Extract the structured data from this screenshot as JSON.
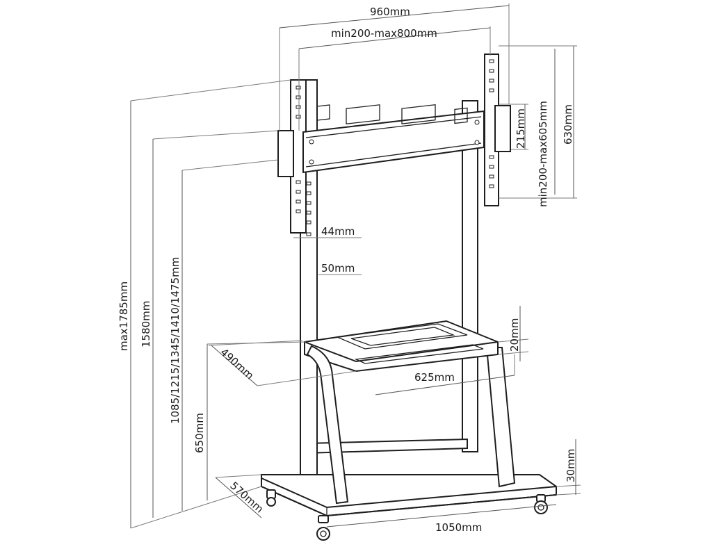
{
  "dimensions": {
    "width_total": "960mm",
    "vesa_horizontal": "min200-max800mm",
    "vesa_vertical": "min200-max605mm",
    "panel_height": "630mm",
    "mount_offset": "215mm",
    "height_max": "max1785mm",
    "height_1580": "1580mm",
    "height_steps": "1085/1215/1345/1410/1475mm",
    "shelf_height": "650mm",
    "hole_spacing_44": "44mm",
    "hole_spacing_50": "50mm",
    "shelf_depth": "490mm",
    "shelf_width": "625mm",
    "shelf_thickness": "20mm",
    "base_depth": "570mm",
    "base_width": "1050mm",
    "base_thickness": "30mm"
  },
  "colors": {
    "line": "#1e1e1e",
    "dimension_line": "#555555",
    "background": "#ffffff"
  }
}
